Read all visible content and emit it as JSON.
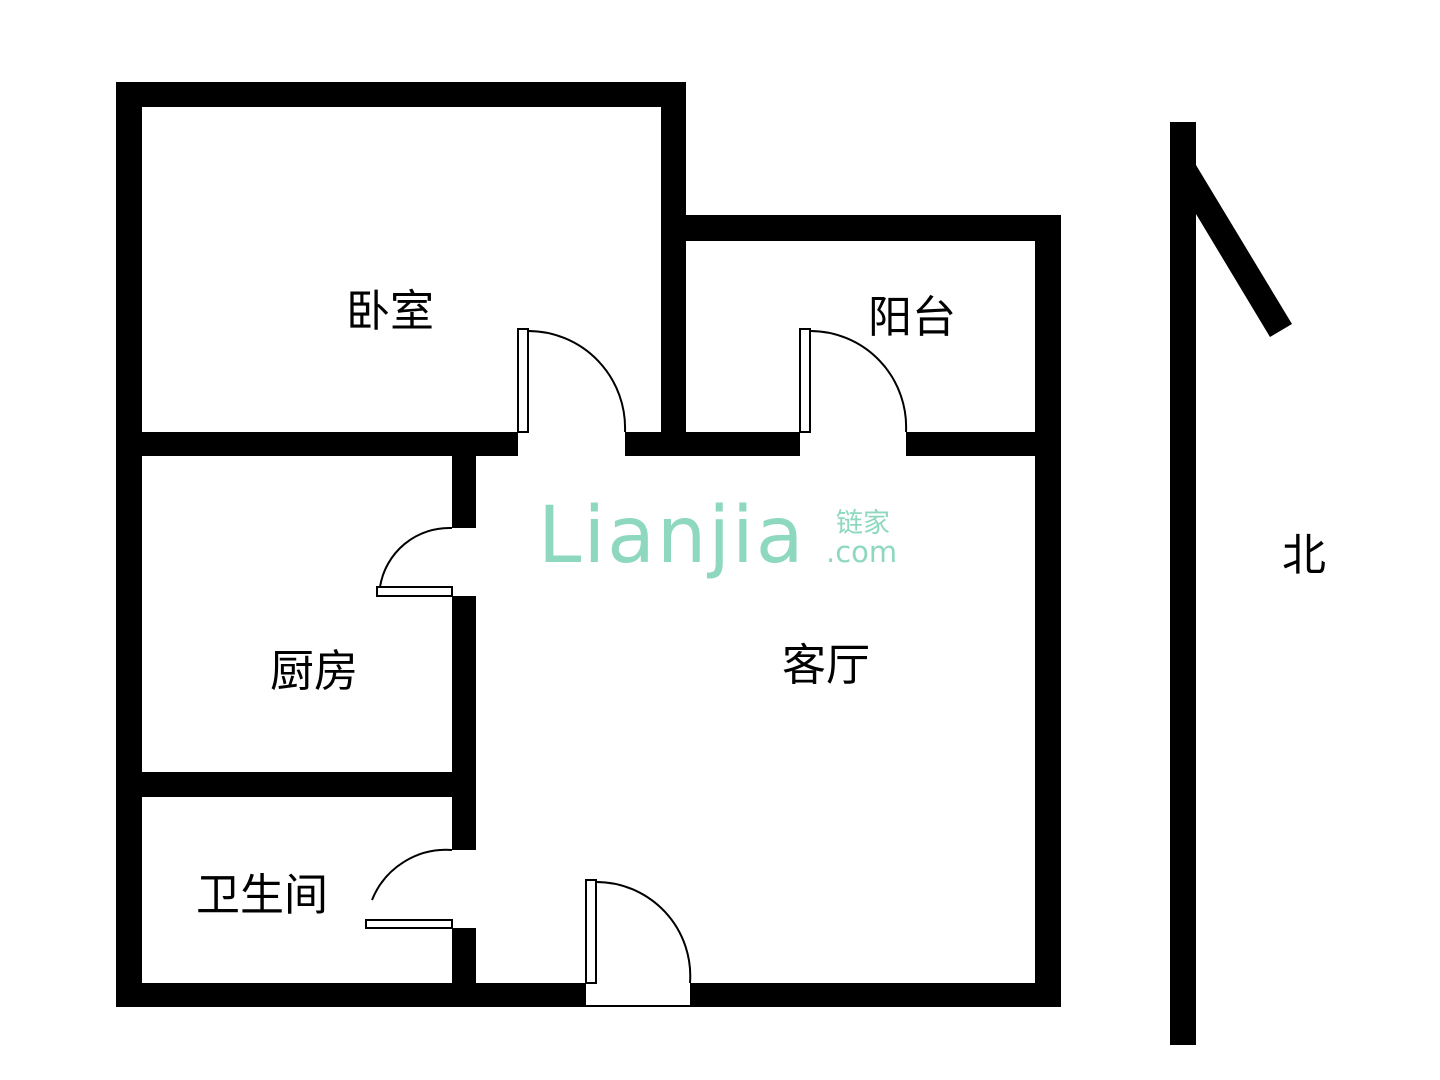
{
  "rooms": {
    "bedroom": "卧室",
    "balcony": "阳台",
    "kitchen": "厨房",
    "living_room": "客厅",
    "bathroom": "卫生间"
  },
  "compass": {
    "north": "北"
  },
  "watermark": {
    "brand": "Lianjia",
    "chinese": "链家",
    "domain": ".com",
    "color": "#8fd8c0"
  },
  "colors": {
    "wall": "#000000",
    "background": "#ffffff"
  }
}
